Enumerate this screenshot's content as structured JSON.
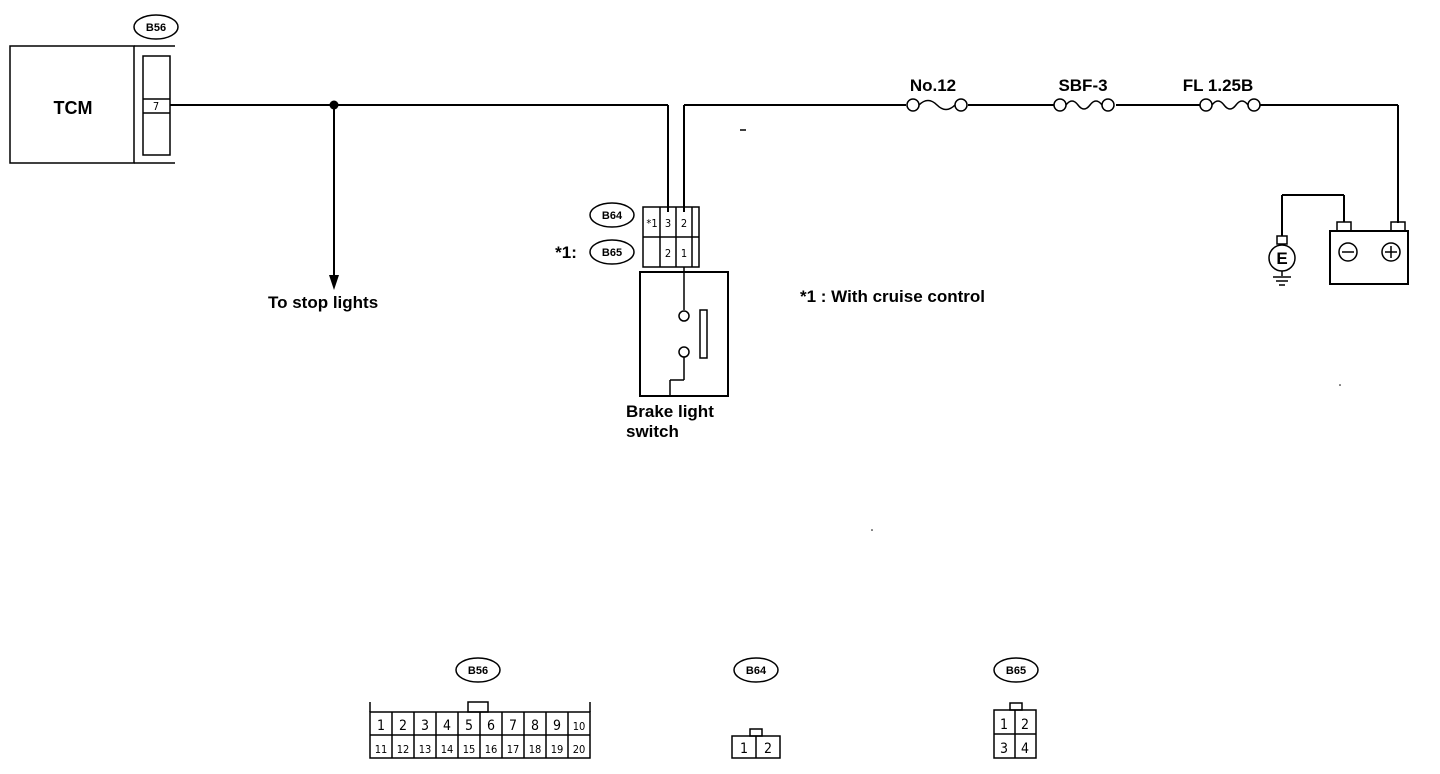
{
  "tcm": {
    "label": "TCM",
    "connector": "B56",
    "pin": "7"
  },
  "brake_switch": {
    "label_line1": "Brake light",
    "label_line2": "switch",
    "connector_primary": "B64",
    "connector_alt_prefix": "*1:",
    "connector_alt": "B65",
    "pins_top": [
      "*1",
      "3",
      "2"
    ],
    "pins_bottom": [
      "2",
      "1"
    ]
  },
  "stop_lights": {
    "label": "To stop lights"
  },
  "fuses": [
    {
      "label": "No.12"
    },
    {
      "label": "SBF-3"
    },
    {
      "label": "FL 1.25B"
    }
  ],
  "ground": {
    "label": "E"
  },
  "battery": {
    "minus": "⊖",
    "plus": "⊕"
  },
  "footnote": {
    "text": "*1 : With cruise control"
  },
  "connector_views": {
    "b56": {
      "title": "B56",
      "row1": [
        "1",
        "2",
        "3",
        "4",
        "5",
        "6",
        "7",
        "8",
        "9",
        "10"
      ],
      "row2": [
        "11",
        "12",
        "13",
        "14",
        "15",
        "16",
        "17",
        "18",
        "19",
        "20"
      ]
    },
    "b64": {
      "title": "B64",
      "pins": [
        "1",
        "2"
      ]
    },
    "b65": {
      "title": "B65",
      "row1": [
        "1",
        "2"
      ],
      "row2": [
        "3",
        "4"
      ]
    }
  }
}
